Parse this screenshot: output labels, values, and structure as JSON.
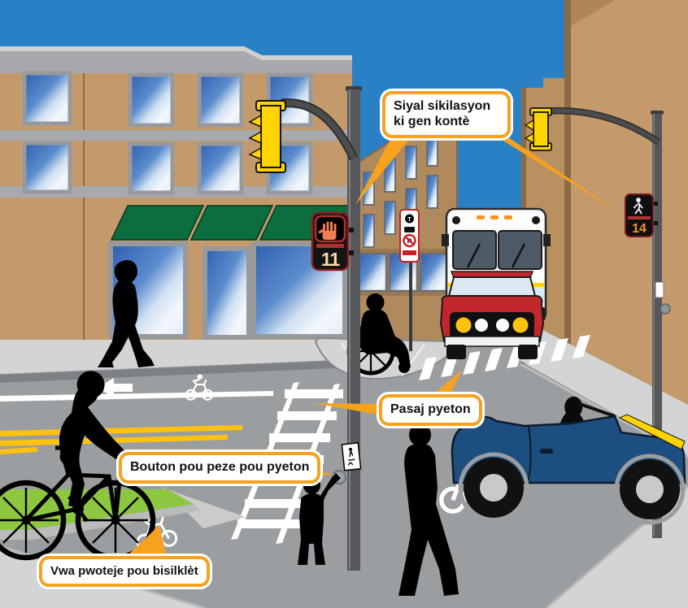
{
  "illustration": {
    "description": "Street intersection safety illustration with Haitian Creole labels",
    "callouts": {
      "signals_label": "Siyal sikilasyon ki gen kontè",
      "crosswalk_label": "Pasaj pyeton",
      "push_button_label": "Bouton pou peze pou pyeton",
      "bike_lane_label": "Vwa pwoteje pou bisilklèt"
    },
    "pedestrian_signals": {
      "left_countdown": "11",
      "right_countdown": "14"
    },
    "signs": {
      "transit_logo": "T",
      "no_parking_letter": "P"
    },
    "icons": {
      "stop_hand": "raised-hand",
      "walking_person": "walking-person",
      "bicycle_marking": "bicycle",
      "left_arrow": "left-arrow",
      "no_parking": "no-parking-circle-slash",
      "transit": "transit-T-circle"
    },
    "colors": {
      "sky": "#2a80c5",
      "callout_border": "#f6a21f",
      "bike_lane_green": "#8dc63f",
      "countdown_orange": "#f7941d",
      "countdown_light": "#ffd9a6",
      "hand_signal": "#ef7d52",
      "building_tan": "#c49a6c",
      "awning_green": "#0c6e3f",
      "road_gray": "#9b9ea1",
      "sidewalk_gray": "#d2d4d6",
      "vehicle_red": "#c1272d",
      "car_blue": "#1d4e80",
      "marking_yellow": "#ffc20e",
      "signal_yellow": "#ffd400"
    }
  }
}
